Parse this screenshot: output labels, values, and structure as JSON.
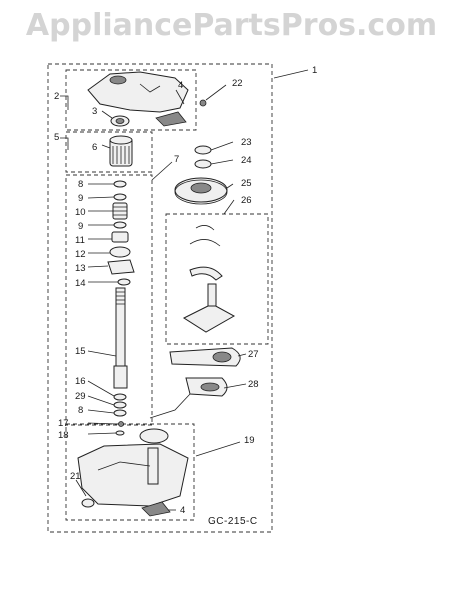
{
  "watermark": "AppliancePartsPros.com",
  "diagram_code": "GC-215-C",
  "callouts": [
    "1",
    "2",
    "3",
    "4",
    "5",
    "6",
    "7",
    "8",
    "9",
    "10",
    "9",
    "11",
    "12",
    "13",
    "14",
    "15",
    "16",
    "29",
    "8",
    "17",
    "18",
    "19",
    "21",
    "4",
    "22",
    "23",
    "24",
    "25",
    "26",
    "27",
    "28"
  ]
}
